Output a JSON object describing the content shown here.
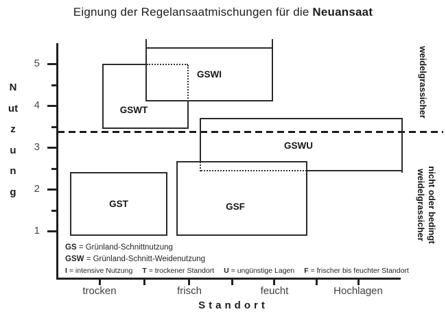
{
  "title": {
    "prefix": "Eignung der Regelansaatmischungen für die ",
    "bold": "Neuansaat"
  },
  "y_axis": {
    "label": "Nutzung",
    "tick_labels": [
      "5",
      "4",
      "3",
      "2",
      "1"
    ]
  },
  "x_axis": {
    "label": "Standort",
    "tick_labels": [
      "trocken",
      "frisch",
      "feucht",
      "Hochlagen"
    ]
  },
  "boxes": {
    "gswi": "GSWI",
    "gswt": "GSWT",
    "gswu": "GSWU",
    "gst": "GST",
    "gsf": "GSF"
  },
  "right_labels": {
    "above_line": "weidelgrassicher",
    "below_line_1": "nicht oder bedingt",
    "below_line_2": "weidelgrassicher"
  },
  "legend": {
    "line1_key": "GS",
    "line1_text": "= Grünland-Schnittnutzung",
    "line2_key": "GSW",
    "line2_text": "= Grünland-Schnitt-Weidenutzung",
    "line3": [
      {
        "key": "I",
        "text": "= intensive Nutzung"
      },
      {
        "key": "T",
        "text": "= trockener Standort"
      },
      {
        "key": "U",
        "text": "= ungünstige Lagen"
      },
      {
        "key": "F",
        "text": "= frischer bis feuchter Standort"
      }
    ]
  },
  "chart_data": {
    "type": "region-map",
    "title": "Eignung der Regelansaatmischungen für die Neuansaat",
    "xlabel": "Standort",
    "ylabel": "Nutzung",
    "x_categories": [
      "trocken",
      "frisch",
      "feucht",
      "Hochlagen"
    ],
    "ylim": [
      1,
      5.5
    ],
    "y_ticks": [
      1,
      2,
      3,
      4,
      5
    ],
    "grid": false,
    "threshold_line": {
      "y": 3.4,
      "style": "bold dashed, horizontal, full width",
      "label_above": "weidelgrassicher",
      "label_below": "nicht oder bedingt weidelgrassicher"
    },
    "regions": [
      {
        "name": "GSWI",
        "x_from": "zwischen trocken und frisch",
        "x_to": "feucht",
        "y_from": 4.1,
        "y_to": 5.4,
        "border": "solid; Überlappung mit GSWT dort gepunktet (GSWT-Kanten)"
      },
      {
        "name": "GSWT",
        "x_from": "trocken",
        "x_to": "frisch",
        "y_from": 3.5,
        "y_to": 5.0,
        "border": "solid; Kanten innerhalb GSWI gepunktet"
      },
      {
        "name": "GSWU",
        "x_from": "kurz nach frisch",
        "x_to": "rechts von Hochlagen",
        "y_from": 2.4,
        "y_to": 3.7,
        "border": "solid; Kanten innerhalb GSF gepunktet"
      },
      {
        "name": "GST",
        "x_from": "links von trocken",
        "x_to": "kurz vor frisch",
        "y_from": 1.0,
        "y_to": 2.4,
        "border": "solid"
      },
      {
        "name": "GSF",
        "x_from": "kurz vor frisch",
        "x_to": "nach feucht",
        "y_from": 1.0,
        "y_to": 2.7,
        "border": "solid"
      }
    ],
    "legend_notes": [
      "GS = Grünland-Schnittnutzung",
      "GSW = Grünland-Schnitt-Weidenutzung",
      "I = intensive Nutzung",
      "T = trockener Standort",
      "U = ungünstige Lagen",
      "F = frischer bis feuchter Standort"
    ]
  },
  "colors": {
    "ink": "#1d1d1d",
    "line": "#2b2b2b",
    "tick_text": "#474747",
    "background": "#ffffff"
  }
}
